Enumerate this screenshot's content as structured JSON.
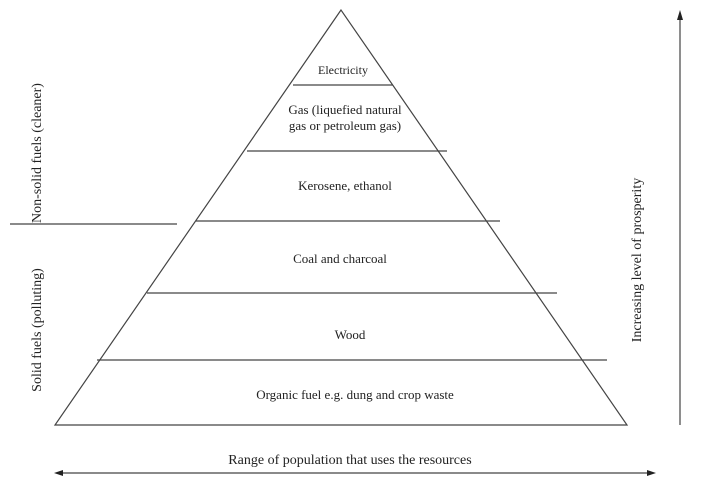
{
  "levels": [
    {
      "label": "Electricity"
    },
    {
      "label": "Gas (liquefied natural",
      "label2": "gas or petroleum gas)"
    },
    {
      "label": "Kerosene, ethanol"
    },
    {
      "label": "Coal and charcoal"
    },
    {
      "label": "Wood"
    },
    {
      "label": "Organic fuel e.g. dung and crop waste"
    }
  ],
  "left_labels": {
    "top": "Non-solid fuels (cleaner)",
    "bottom": "Solid fuels (polluting)"
  },
  "right_label": "Increasing level of prosperity",
  "bottom_label": "Range of population that uses the resources"
}
